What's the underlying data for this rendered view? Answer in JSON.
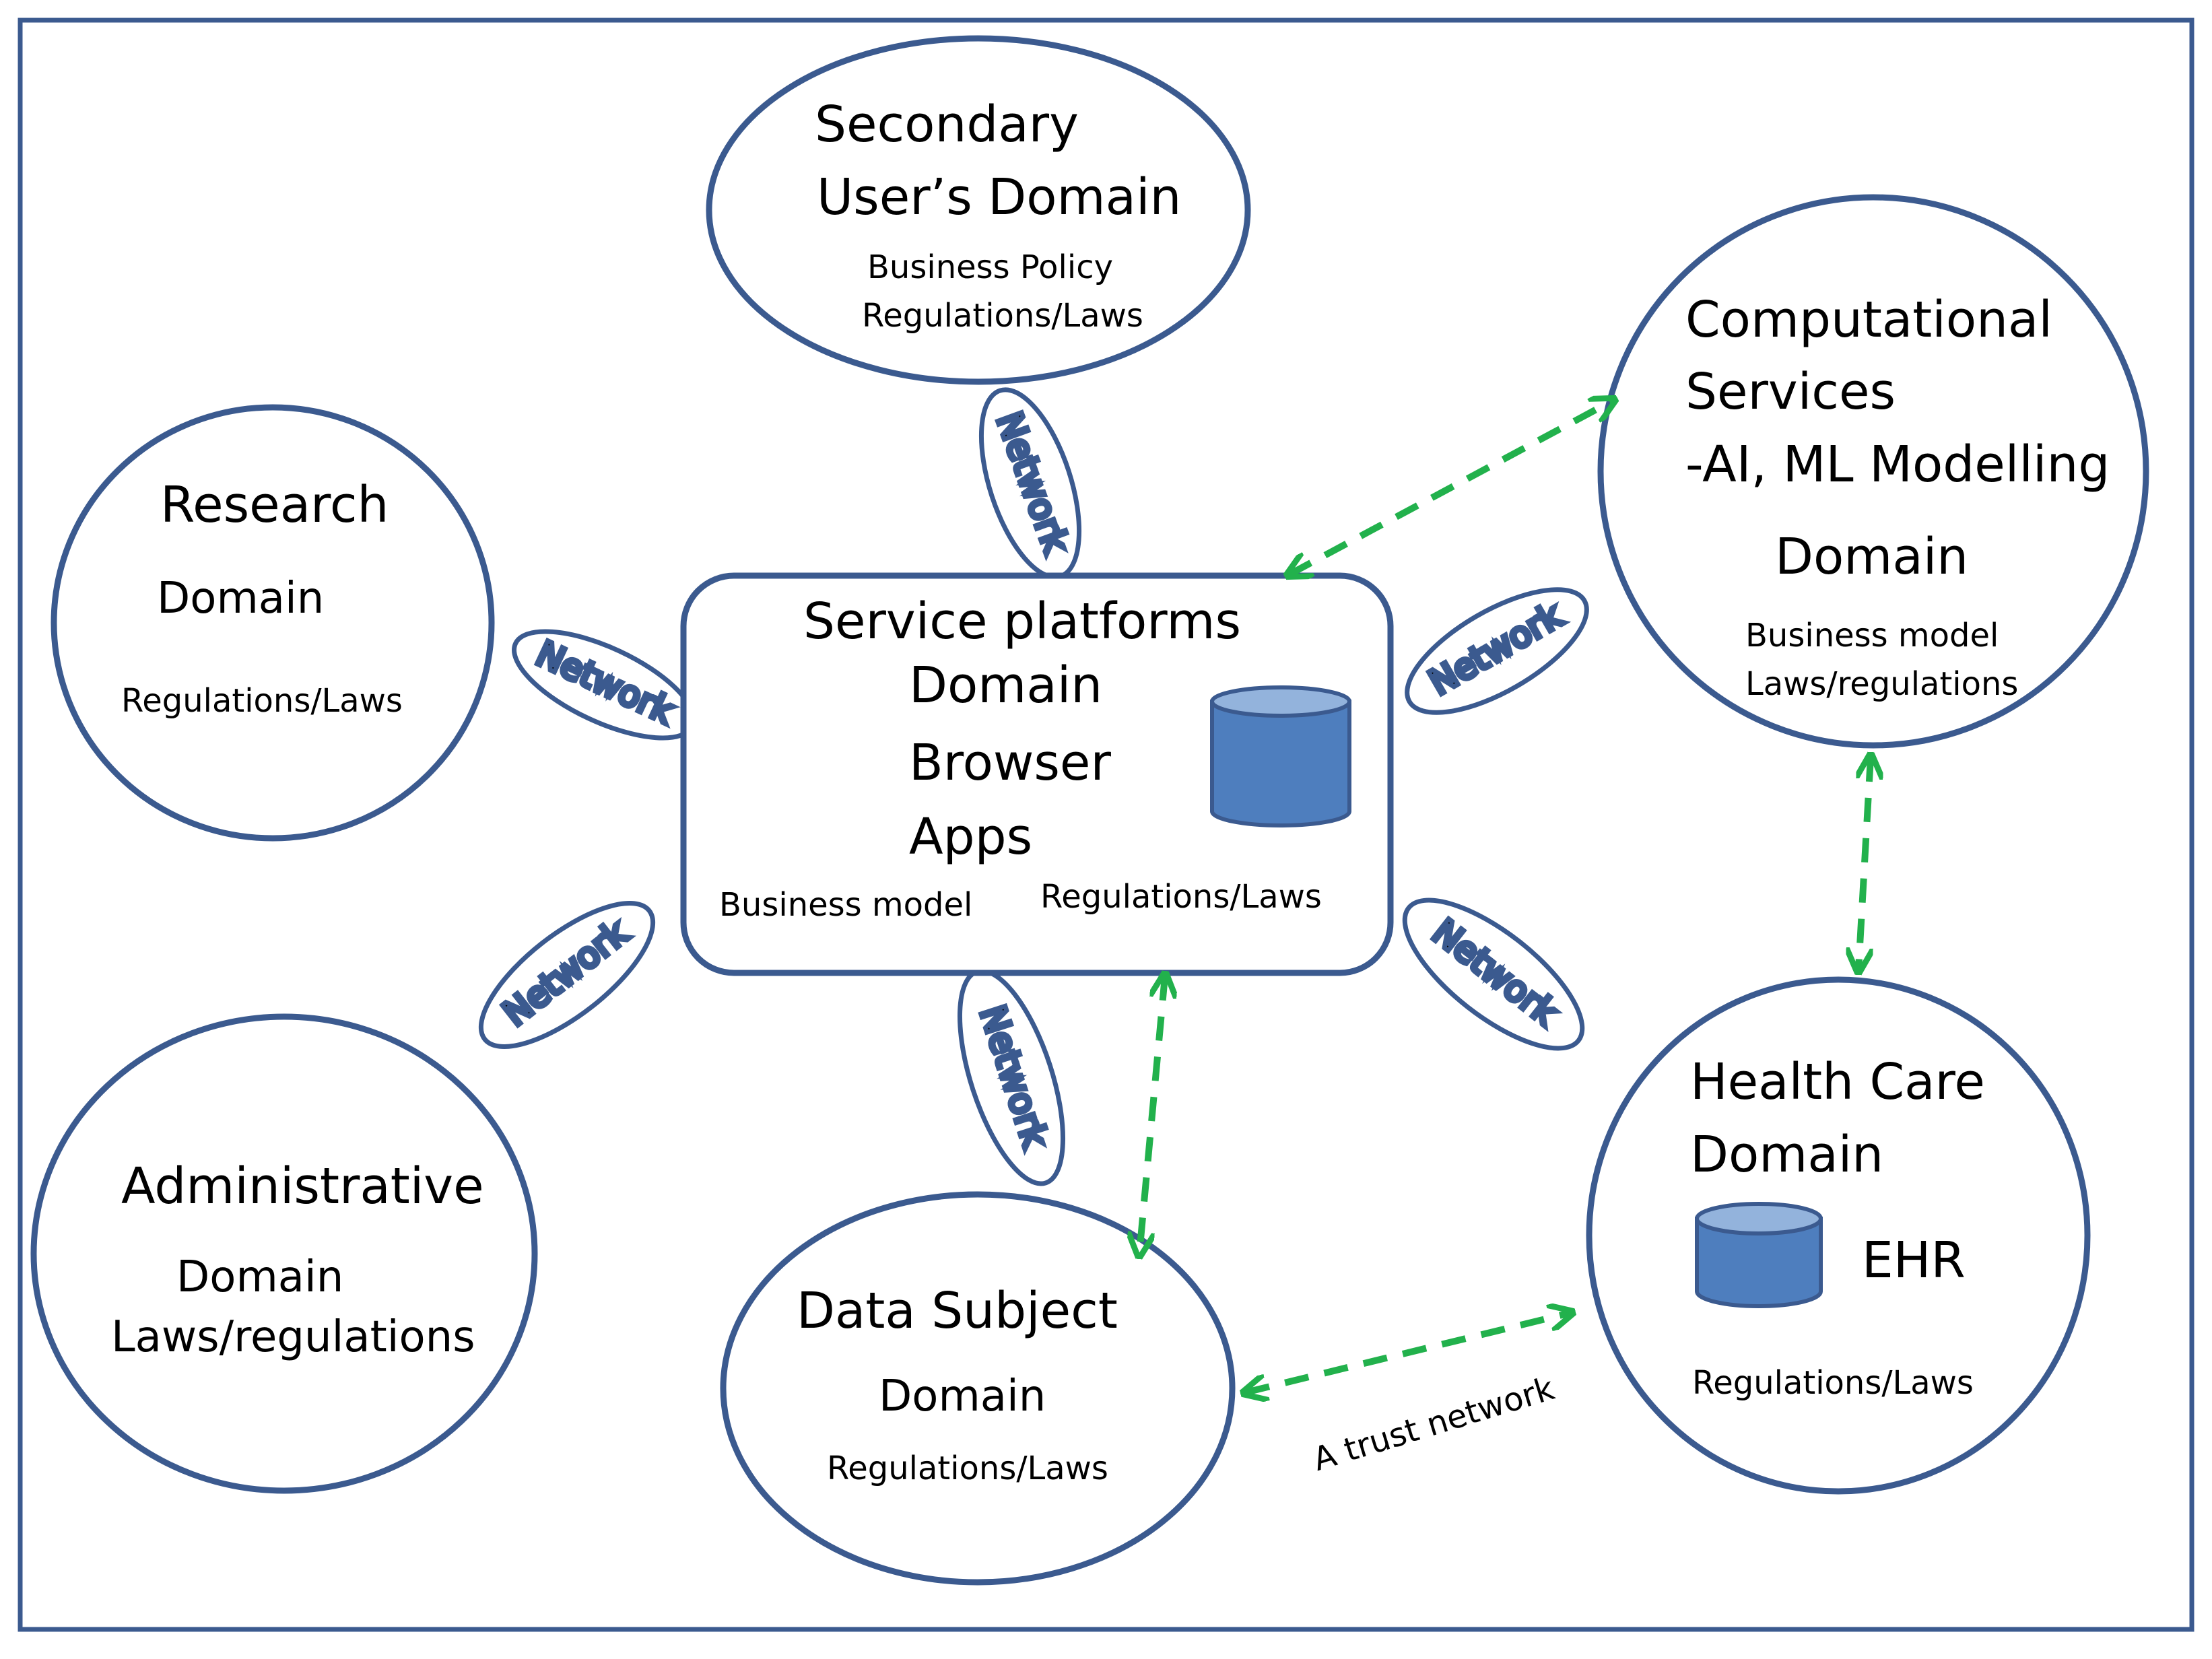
{
  "colors": {
    "outline": "#3b5a8f",
    "arrow": "#22b14c",
    "database_fill": "#4e7ebe",
    "database_top": "#93b3dc",
    "frame": "#3b5a8f"
  },
  "domains": {
    "secondary": {
      "title_lines": [
        "Secondary",
        "User’s Domain"
      ],
      "notes": [
        "Business Policy",
        "Regulations/Laws"
      ]
    },
    "computational": {
      "title_lines": [
        "Computational",
        "Services",
        "-AI, ML Modelling",
        "Domain"
      ],
      "notes": [
        "Business model",
        "Laws/regulations"
      ]
    },
    "research": {
      "title_lines": [
        "Research",
        "Domain"
      ],
      "notes": [
        "Regulations/Laws"
      ]
    },
    "service": {
      "title_lines": [
        "Service platforms",
        "Domain",
        "Browser",
        "Apps"
      ],
      "notes": [
        "Business model",
        "Regulations/Laws"
      ],
      "icon": "database-icon"
    },
    "administrative": {
      "title_lines": [
        "Administrative",
        "Domain",
        "Laws/regulations"
      ]
    },
    "data_subject": {
      "title_lines": [
        "Data Subject",
        "Domain"
      ],
      "notes": [
        "Regulations/Laws"
      ]
    },
    "health_care": {
      "title_lines": [
        "Health Care",
        "Domain"
      ],
      "ehr_label": "EHR",
      "notes": [
        "Regulations/Laws"
      ],
      "icon": "database-icon"
    }
  },
  "network_label": "Network",
  "trust_network_label": "A trust network"
}
